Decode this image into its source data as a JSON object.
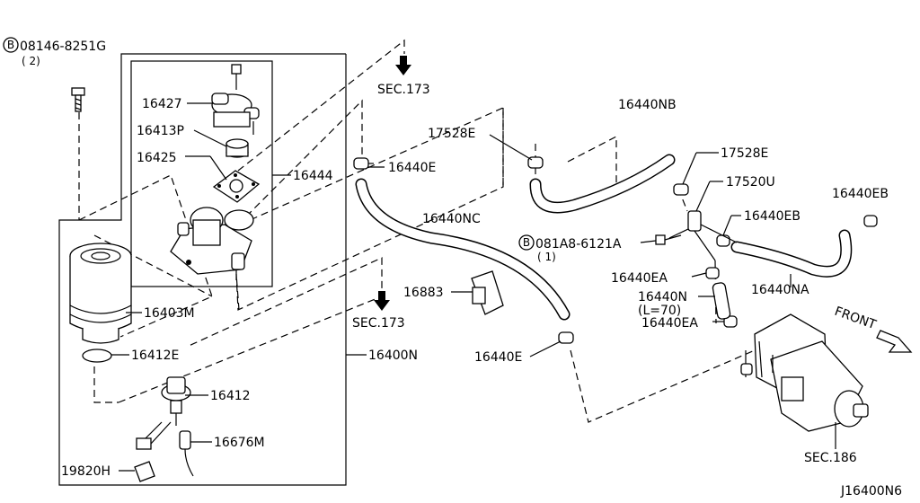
{
  "labels": {
    "bolt_code": "08146-8251G",
    "bolt_qty": "( 2)",
    "bolt_badge": "B",
    "p16427": "16427",
    "p16413P": "16413P",
    "p16425": "16425",
    "p16444": "16444",
    "p16403M": "16403M",
    "p16412E": "16412E",
    "p16412": "16412",
    "p16676M": "16676M",
    "p19820H": "19820H",
    "p16400N": "16400N",
    "sec173_top": "SEC.173",
    "sec173_mid": "SEC.173",
    "p16440E_top": "16440E",
    "p16440NC": "16440NC",
    "p16883": "16883",
    "p16440E_bot": "16440E",
    "p17528E_left": "17528E",
    "p16440NB": "16440NB",
    "p17528E_right": "17528E",
    "p17520U": "17520U",
    "p16440EB_mid": "16440EB",
    "p16440EB_right": "16440EB",
    "bolt2_code": "081A8-6121A",
    "bolt2_qty": "( 1)",
    "bolt2_badge": "B",
    "p16440EA_top": "16440EA",
    "p16440N": "16440N",
    "p16440N_len": "(L=70)",
    "p16440EA_bot": "16440EA",
    "p16440NA": "16440NA",
    "front": "FRONT",
    "sec186": "SEC.186",
    "diagram_code": "J16400N6"
  }
}
